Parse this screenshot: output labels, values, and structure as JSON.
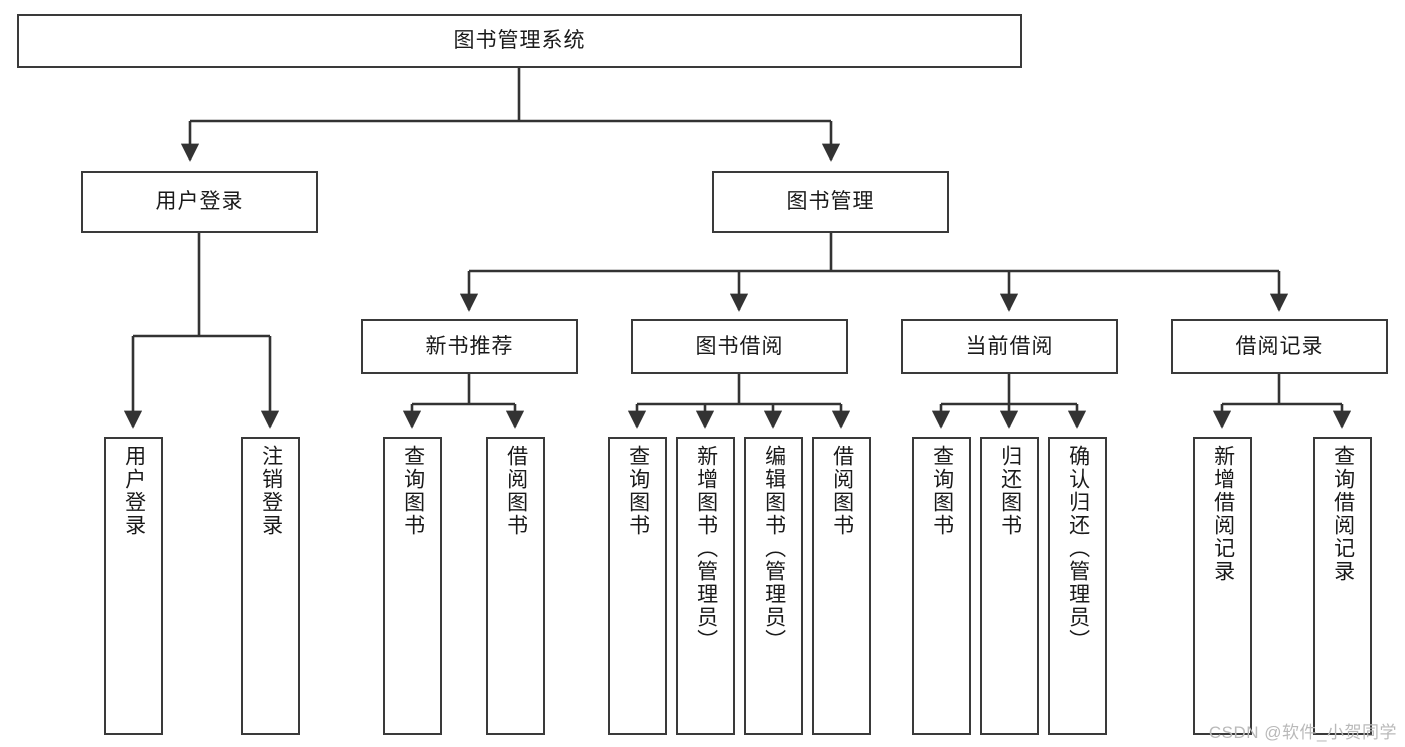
{
  "diagram": {
    "type": "hierarchy-tree",
    "title": "图书管理系统",
    "watermark": "CSDN @软件_小贺同学",
    "colors": {
      "box_border": "#3a3a3a",
      "connector": "#333333",
      "background": "#ffffff",
      "text": "#1a1a1a",
      "watermark": "#b9b9b9"
    },
    "nodes": {
      "root": {
        "label": "图书管理系统"
      },
      "level2": [
        {
          "id": "user-login",
          "label": "用户登录"
        },
        {
          "id": "book-management",
          "label": "图书管理"
        }
      ],
      "level3": [
        {
          "id": "new-book-recommend",
          "label": "新书推荐"
        },
        {
          "id": "book-borrow",
          "label": "图书借阅"
        },
        {
          "id": "current-borrow",
          "label": "当前借阅"
        },
        {
          "id": "borrow-record",
          "label": "借阅记录"
        }
      ],
      "leaves": {
        "user_login": [
          {
            "id": "leaf-user-login",
            "label": "用户登录"
          },
          {
            "id": "leaf-user-logout",
            "label": "注销登录"
          }
        ],
        "new_book_recommend": [
          {
            "id": "leaf-query-book-1",
            "label": "查询图书"
          },
          {
            "id": "leaf-borrow-book-1",
            "label": "借阅图书"
          }
        ],
        "book_borrow": [
          {
            "id": "leaf-query-book-2",
            "label": "查询图书"
          },
          {
            "id": "leaf-add-book",
            "label": "新增图书（管理员）"
          },
          {
            "id": "leaf-edit-book",
            "label": "编辑图书（管理员）"
          },
          {
            "id": "leaf-borrow-book-2",
            "label": "借阅图书"
          }
        ],
        "current_borrow": [
          {
            "id": "leaf-query-book-3",
            "label": "查询图书"
          },
          {
            "id": "leaf-return-book",
            "label": "归还图书"
          },
          {
            "id": "leaf-confirm-return",
            "label": "确认归还（管理员）"
          }
        ],
        "borrow_record": [
          {
            "id": "leaf-add-record",
            "label": "新增借阅记录"
          },
          {
            "id": "leaf-query-record",
            "label": "查询借阅记录"
          }
        ]
      }
    }
  }
}
